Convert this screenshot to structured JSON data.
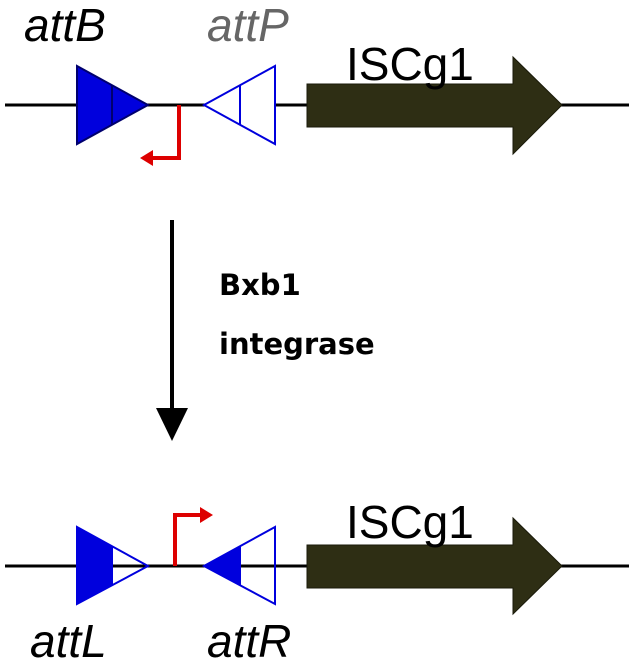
{
  "colors": {
    "att_blue": "#0000dd",
    "promoter_red": "#dd0000",
    "gene_olive": "#2e2e14",
    "line_black": "#000000",
    "attP_label_gray": "#666666"
  },
  "before": {
    "site_left_label": "attB",
    "site_right_label": "attP",
    "gene_label": "ISCg1"
  },
  "reaction": {
    "enzyme_line1": "Bxb1",
    "enzyme_line2": "integrase"
  },
  "after": {
    "site_left_label": "attL",
    "site_right_label": "attR",
    "gene_label": "ISCg1"
  }
}
